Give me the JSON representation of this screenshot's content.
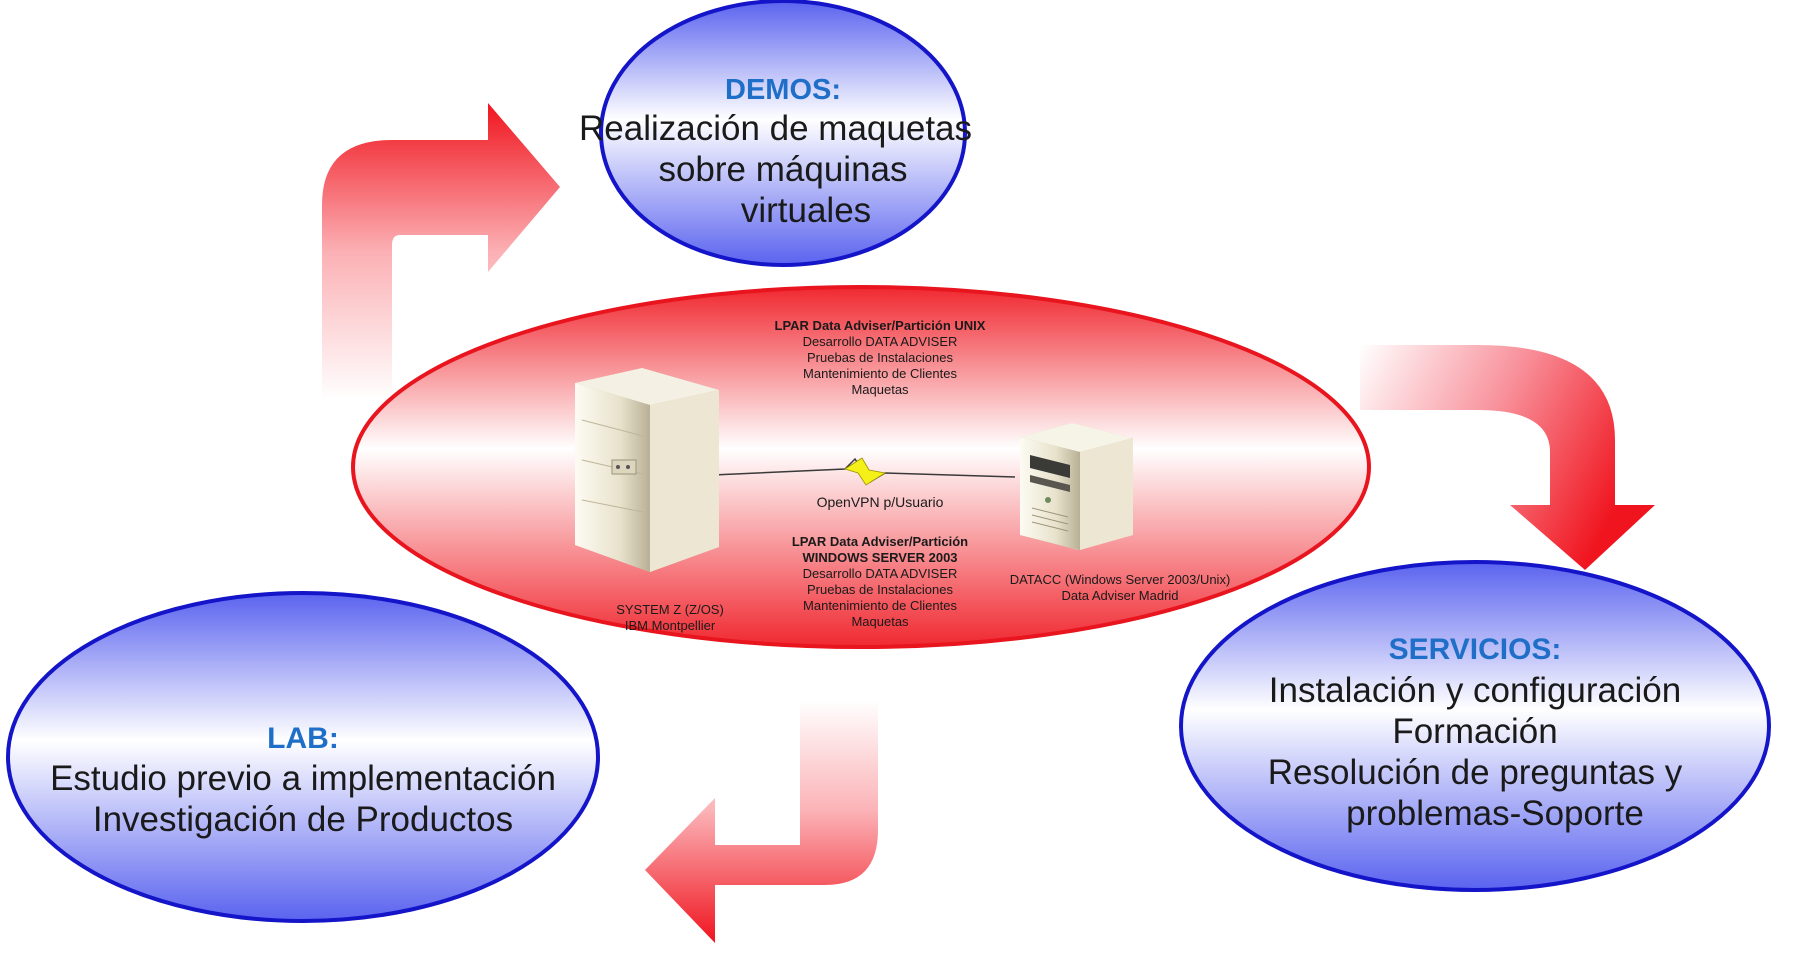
{
  "demos": {
    "title": "DEMOS:",
    "lines": [
      "Realización de maquetas",
      "sobre máquinas",
      "virtuales"
    ]
  },
  "lab": {
    "title": "LAB:",
    "lines": [
      "Estudio previo a implementación",
      "Investigación de Productos"
    ]
  },
  "servicios": {
    "title": "SERVICIOS:",
    "lines": [
      "Instalación y configuración",
      "Formación",
      "Resolución de preguntas y",
      "problemas-Soporte"
    ]
  },
  "center": {
    "unix_block": {
      "title": "LPAR Data Adviser/Partición UNIX",
      "lines": [
        "Desarrollo  DATA ADVISER",
        "Pruebas de Instalaciones",
        "Mantenimiento de Clientes",
        "Maquetas"
      ]
    },
    "windows_block": {
      "title_line1": "LPAR Data Adviser/Partición",
      "title_line2": "WINDOWS SERVER 2003",
      "lines": [
        "Desarrollo  DATA ADVISER",
        "Pruebas de Instalaciones",
        "Mantenimiento de Clientes",
        "Maquetas"
      ]
    },
    "connection_label": "OpenVPN p/Usuario",
    "mainframe_label": [
      "SYSTEM Z (Z/OS)",
      "IBM Montpellier"
    ],
    "server_label": [
      "DATACC (Windows Server 2003/Unix)",
      "Data Adviser Madrid"
    ]
  },
  "colors": {
    "ellipse_border_blue": "#1414c8",
    "ellipse_fill_blue": "#6b73f0",
    "ellipse_border_red": "#e8141e",
    "ellipse_fill_red": "#f03c46",
    "arrow_red": "#f0141e",
    "title_blue": "#1f6fc8"
  }
}
